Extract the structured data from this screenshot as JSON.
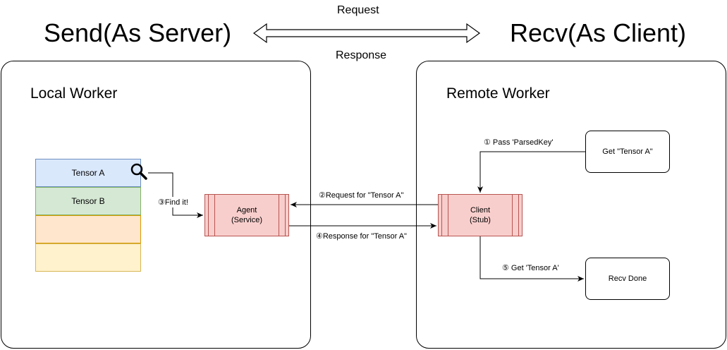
{
  "header": {
    "left_title": "Send(As Server)",
    "right_title": "Recv(As Client)",
    "top_label": "Request",
    "bottom_label": "Response"
  },
  "local_worker": {
    "title": "Local Worker",
    "tensors": [
      "Tensor A",
      "Tensor B",
      "",
      ""
    ],
    "agent_label": "Agent\n(Service)"
  },
  "remote_worker": {
    "title": "Remote Worker",
    "client_label": "Client\n(Stub)",
    "get_box": "Get \"Tensor A\"",
    "done_box": "Recv Done"
  },
  "steps": {
    "pass_key": "① Pass 'ParsedKey'",
    "request": "②Request for \"Tensor A\"",
    "find": "③Find it!",
    "response": "④Response for \"Tensor A\"",
    "get_tensor": "⑤ Get 'Tensor A'"
  },
  "colors": {
    "tensor_a": "#dae8fc",
    "tensor_b": "#d5e8d4",
    "tensor_c": "#ffe6cc",
    "tensor_d": "#fff2cc",
    "process_fill": "#f8cecc",
    "process_stroke": "#b85450"
  }
}
